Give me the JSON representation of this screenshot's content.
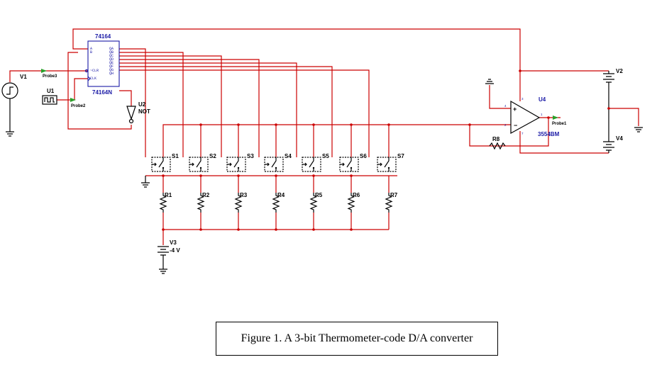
{
  "caption": "Figure 1. A 3-bit Thermometer-code D/A converter",
  "components": {
    "v1": "V1",
    "u1": "U1",
    "u2": "U2",
    "u2_type": "NOT",
    "shift_register_top": "74164",
    "shift_register_bottom": "74164N",
    "u4": "U4",
    "u4_type": "3554BM",
    "r8": "R8",
    "v2": "V2",
    "v4": "V4",
    "v3": "V3",
    "v3_value": "-4 V",
    "probe1": "Probe1",
    "probe2": "Probe2",
    "probe3": "Probe3"
  },
  "switches": [
    "S1",
    "S2",
    "S3",
    "S4",
    "S5",
    "S6",
    "S7"
  ],
  "resistors": [
    "R1",
    "R2",
    "R3",
    "R4",
    "R5",
    "R6",
    "R7"
  ],
  "chip_pins": {
    "left": [
      "A",
      "B",
      "~CLR",
      "CLK"
    ],
    "right": [
      "QA",
      "QB",
      "QC",
      "QD",
      "QE",
      "QF",
      "QG",
      "QH"
    ]
  },
  "colors": {
    "wire": "#cc0000",
    "component": "#000000",
    "chip": "#1a1aa6",
    "probe": "#2aa02a"
  }
}
